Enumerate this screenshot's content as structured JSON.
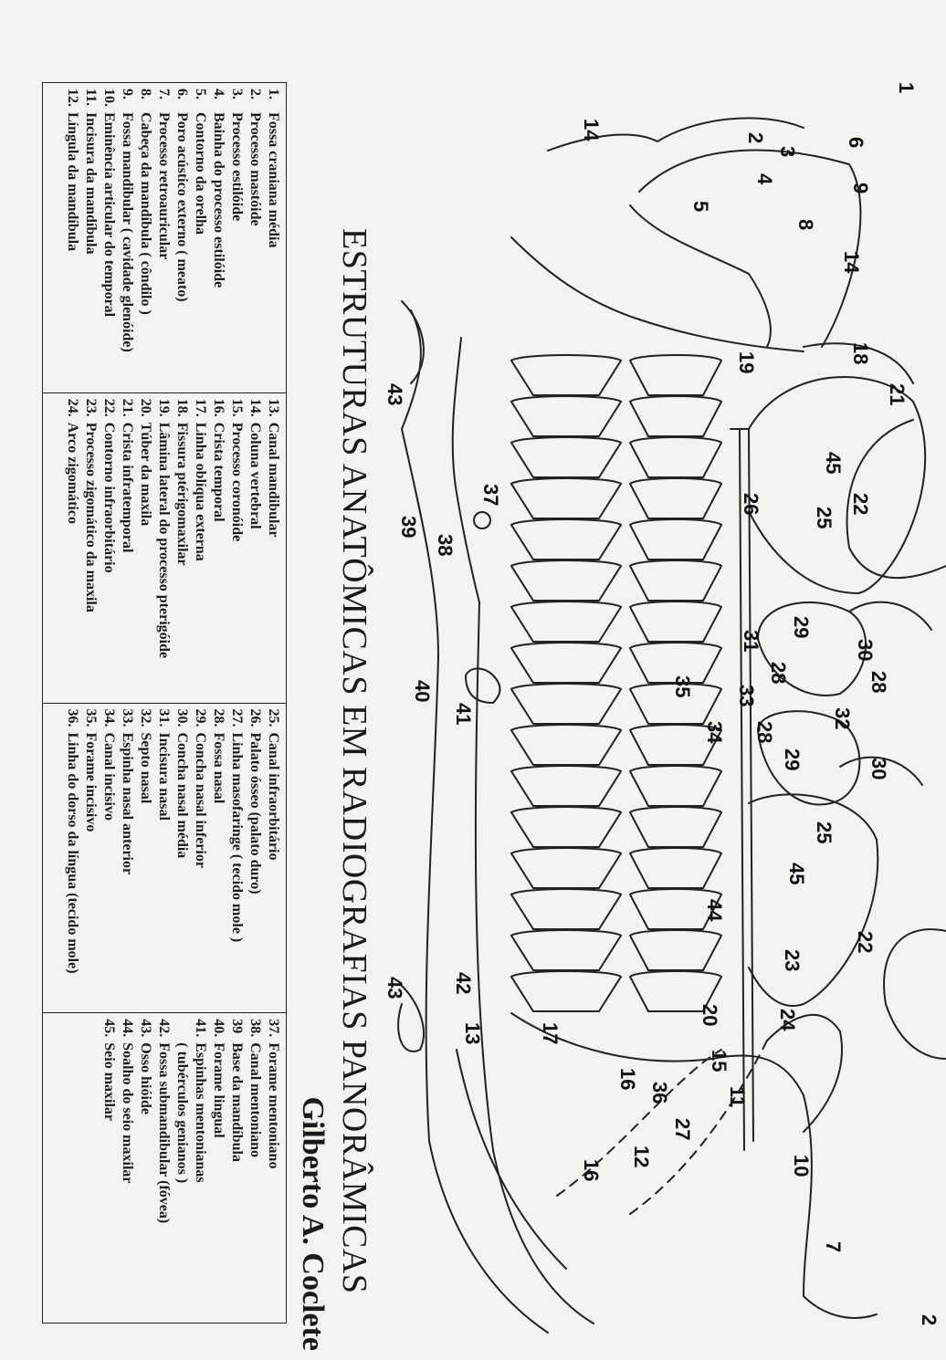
{
  "document": {
    "title": "ESTRUTURAS ANATÔMICAS EM RADIOGRAFIAS PANORÂMICAS",
    "author": "Gilberto A. Coclete"
  },
  "legend": {
    "columns": [
      [
        {
          "num": "1.",
          "text": "Fossa craniana média"
        },
        {
          "num": "2.",
          "text": "Processo mastóide"
        },
        {
          "num": "3.",
          "text": "Processo estilóide"
        },
        {
          "num": "4.",
          "text": "Bainha do processo estilóide"
        },
        {
          "num": "5.",
          "text": "Contorno da orelha"
        },
        {
          "num": "6.",
          "text": "Poro acústico externo ( meato)"
        },
        {
          "num": "7.",
          "text": "Processo retroauricular"
        },
        {
          "num": "8.",
          "text": "Cabeça da mandíbula ( côndilo )"
        },
        {
          "num": "9.",
          "text": "Fossa mandibular ( cavidade glenóide)"
        },
        {
          "num": "10.",
          "text": "Eminência articular do temporal"
        },
        {
          "num": "11.",
          "text": "Incisura da mandíbula"
        },
        {
          "num": "12.",
          "text": "Língula da mandíbula"
        }
      ],
      [
        {
          "num": "13.",
          "text": "Canal mandibular"
        },
        {
          "num": "14.",
          "text": "Coluna vertebral"
        },
        {
          "num": "15.",
          "text": "Processo coronóide"
        },
        {
          "num": "16.",
          "text": "Crista temporal"
        },
        {
          "num": "17.",
          "text": "Linha oblíqua externa"
        },
        {
          "num": "18.",
          "text": "Fissura ptérigomaxilar"
        },
        {
          "num": "19.",
          "text": "Lâmina lateral do processo pterigóide"
        },
        {
          "num": "20.",
          "text": "Túber da maxila"
        },
        {
          "num": "21.",
          "text": "Crista infratemporal"
        },
        {
          "num": "22.",
          "text": "Contorno infraorbitário"
        },
        {
          "num": "23.",
          "text": "Processo zigomático da maxila"
        },
        {
          "num": "24.",
          "text": "Arco zigomático"
        }
      ],
      [
        {
          "num": "25.",
          "text": "Canal infraorbitário"
        },
        {
          "num": "26.",
          "text": "Palato ósseo (palato duro)"
        },
        {
          "num": "27.",
          "text": "Linha masofaringe ( tecido mole )"
        },
        {
          "num": "28.",
          "text": "Fossa nasal"
        },
        {
          "num": "29.",
          "text": "Concha nasal inferior"
        },
        {
          "num": "30.",
          "text": "Concha nasal média"
        },
        {
          "num": "31.",
          "text": "Incisura nasal"
        },
        {
          "num": "32.",
          "text": "Septo nasal"
        },
        {
          "num": "33.",
          "text": "Espinha nasal anterior"
        },
        {
          "num": "34.",
          "text": "Canal incisivo"
        },
        {
          "num": "35.",
          "text": "Forame incisivo"
        },
        {
          "num": "36.",
          "text": "Linha do dorso da língua (tecido mole)"
        }
      ],
      [
        {
          "num": "37.",
          "text": "Forame mentoniano"
        },
        {
          "num": "38.",
          "text": "Canal mentoniano"
        },
        {
          "num": "39",
          "text": "Base da mandíbula"
        },
        {
          "num": "40.",
          "text": "Forame lingual"
        },
        {
          "num": "41.",
          "text": "Espinhas mentonianas"
        },
        {
          "num": "",
          "text": "( tubérculos genianos )"
        },
        {
          "num": "42.",
          "text": "Fossa submandibular (fóvea)"
        },
        {
          "num": "43.",
          "text": "Osso hióide"
        },
        {
          "num": "44.",
          "text": "Soalho do seio maxilar"
        },
        {
          "num": "45.",
          "text": "Seio maxilar"
        }
      ]
    ]
  },
  "diagram_labels": {
    "l1": "1",
    "l2a": "2",
    "l2b": "2",
    "l3": "3",
    "l4": "4",
    "l5": "5",
    "l6": "6",
    "l7": "7",
    "l8": "8",
    "l9": "9",
    "l10": "10",
    "l11": "11",
    "l12": "12",
    "l13": "13",
    "l14a": "14",
    "l14b": "14",
    "l15": "15",
    "l16a": "16",
    "l16b": "16",
    "l17": "17",
    "l18": "18",
    "l19": "19",
    "l20": "20",
    "l21": "21",
    "l22a": "22",
    "l22b": "22",
    "l23": "23",
    "l24": "24",
    "l25a": "25",
    "l25b": "25",
    "l26": "26",
    "l27": "27",
    "l28a": "28",
    "l28b": "28",
    "l28c": "28",
    "l29a": "29",
    "l29b": "29",
    "l30a": "30",
    "l30b": "30",
    "l31": "31",
    "l32": "32",
    "l33": "33",
    "l34": "34",
    "l35": "35",
    "l36": "36",
    "l37": "37",
    "l38": "38",
    "l39": "39",
    "l40": "40",
    "l41": "41",
    "l42": "42",
    "l43a": "43",
    "l43b": "43",
    "l44": "44",
    "l45a": "45",
    "l45b": "45"
  }
}
